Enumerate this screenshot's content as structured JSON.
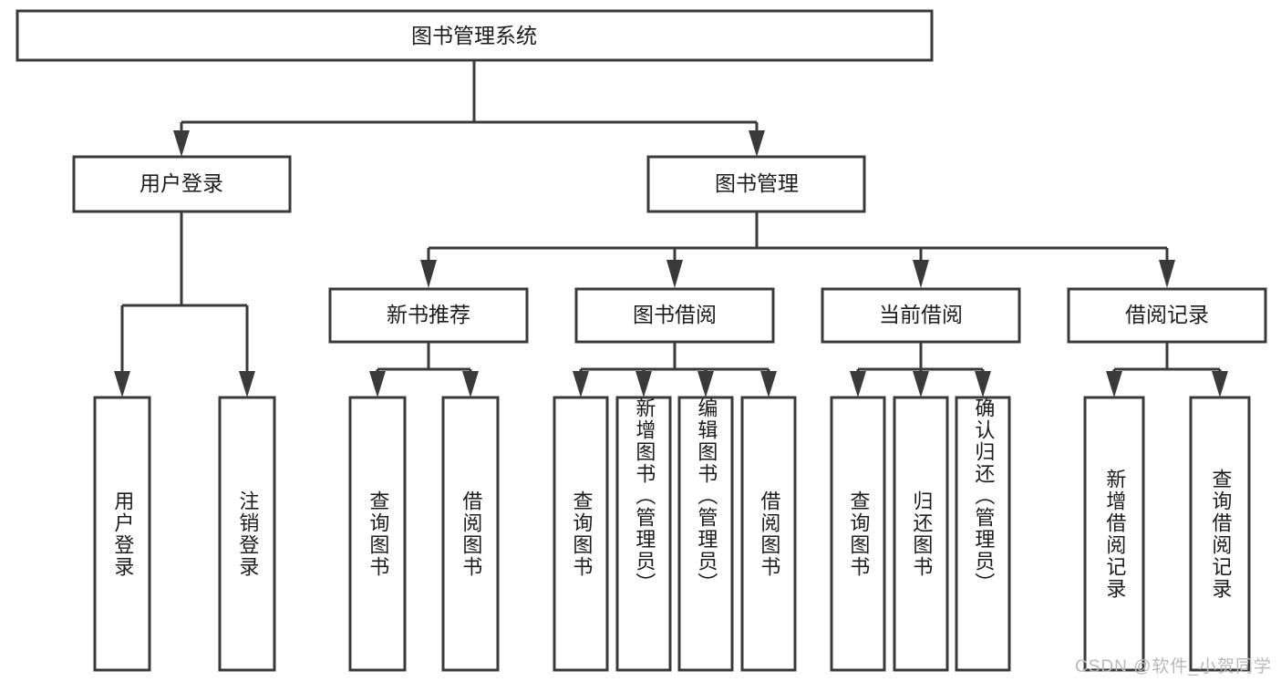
{
  "diagram": {
    "type": "tree-hierarchy",
    "title": "图书管理系统",
    "root": {
      "id": "root",
      "label": "图书管理系统"
    },
    "level1": [
      {
        "id": "user-login",
        "label": "用户登录"
      },
      {
        "id": "book-manage",
        "label": "图书管理"
      }
    ],
    "level2": [
      {
        "id": "new-book-recommend",
        "label": "新书推荐",
        "parent": "book-manage"
      },
      {
        "id": "book-borrow",
        "label": "图书借阅",
        "parent": "book-manage"
      },
      {
        "id": "current-borrow",
        "label": "当前借阅",
        "parent": "book-manage"
      },
      {
        "id": "borrow-record",
        "label": "借阅记录",
        "parent": "book-manage"
      }
    ],
    "leaves": [
      {
        "id": "leaf-user-login",
        "label": "用户登录",
        "parent": "user-login"
      },
      {
        "id": "leaf-logout-login",
        "label": "注销登录",
        "parent": "user-login"
      },
      {
        "id": "leaf-query-book-1",
        "label": "查询图书",
        "parent": "new-book-recommend"
      },
      {
        "id": "leaf-borrow-book-1",
        "label": "借阅图书",
        "parent": "new-book-recommend"
      },
      {
        "id": "leaf-query-book-2",
        "label": "查询图书",
        "parent": "book-borrow"
      },
      {
        "id": "leaf-add-book",
        "label": "新增图书（管理员）",
        "parent": "book-borrow"
      },
      {
        "id": "leaf-edit-book",
        "label": "编辑图书（管理员）",
        "parent": "book-borrow"
      },
      {
        "id": "leaf-borrow-book-2",
        "label": "借阅图书",
        "parent": "book-borrow"
      },
      {
        "id": "leaf-query-book-3",
        "label": "查询图书",
        "parent": "current-borrow"
      },
      {
        "id": "leaf-return-book",
        "label": "归还图书",
        "parent": "current-borrow"
      },
      {
        "id": "leaf-confirm-return",
        "label": "确认归还（管理员）",
        "parent": "current-borrow"
      },
      {
        "id": "leaf-add-record",
        "label": "新增借阅记录",
        "parent": "borrow-record"
      },
      {
        "id": "leaf-query-record",
        "label": "查询借阅记录",
        "parent": "borrow-record"
      }
    ],
    "colors": {
      "stroke": "#3a3a3a",
      "fill": "#ffffff",
      "text": "#1c1c1c",
      "watermark": "#b9b9b9"
    }
  },
  "watermark": {
    "text": "CSDN @软件_小贺同学"
  }
}
